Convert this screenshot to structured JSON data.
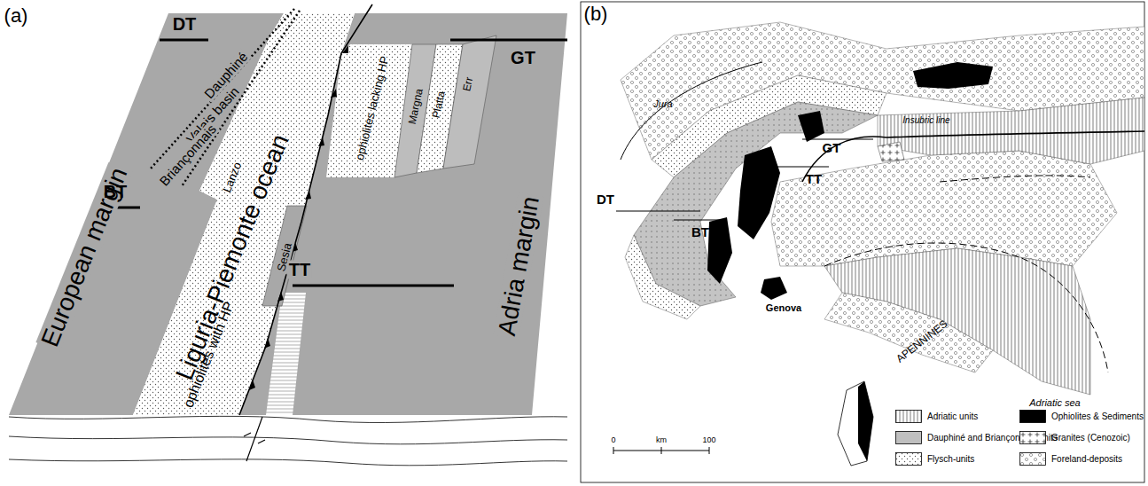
{
  "diagram": {
    "labels": [
      "(a)",
      "DT",
      "Dauphiné",
      "Valais basin",
      "Briançonnais",
      "European margin",
      "BT",
      "Lanzo",
      "Liguria-Piemonte ocean",
      "Sesia",
      "ophiolites with HP",
      "TT",
      "ophiolites lacking HP",
      "Margna",
      "Platta",
      "Err",
      "GT",
      "Adria margin",
      "(b)",
      "Jura",
      "GT",
      "Insubric line",
      "TT",
      "DT",
      "BT",
      "Genova",
      "APENNINES",
      "Adriatic sea",
      "0",
      "km",
      "100"
    ],
    "legend": [
      {
        "text": "Adriatic units"
      },
      {
        "text": "Dauphiné and Briançonnais units",
        "color": "#bfbfbf"
      },
      {
        "text": "Flysch-units"
      },
      {
        "text": "Ophiolites & Sediments",
        "color": "#000000"
      },
      {
        "text": "Granites (Cenozoic)"
      },
      {
        "text": "Foreland-deposits"
      }
    ]
  }
}
